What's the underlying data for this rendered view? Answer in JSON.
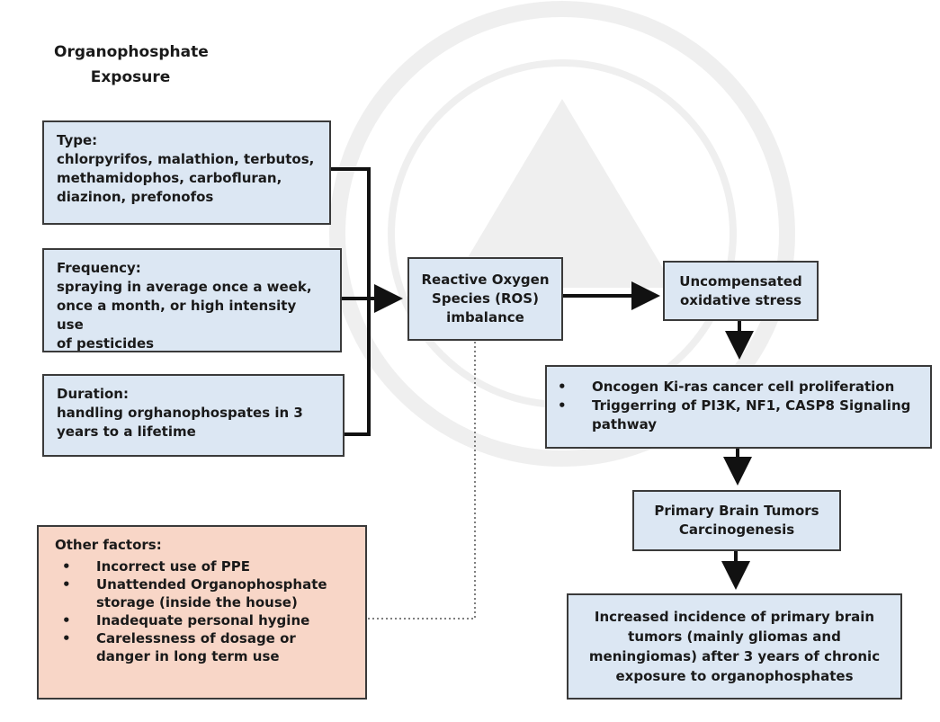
{
  "title": {
    "line1": "Organophosphate",
    "line2": "Exposure"
  },
  "type_box": {
    "heading": "Type:",
    "lines": [
      "chlorpyrifos, malathion, terbutos,",
      "methamidophos, carbofluran,",
      "diazinon, prefonofos"
    ]
  },
  "frequency_box": {
    "heading": "Frequency:",
    "lines": [
      "spraying in average once a week,",
      "once a month, or high intensity use",
      "of pesticides"
    ]
  },
  "duration_box": {
    "heading": "Duration:",
    "lines": [
      "handling orghanophospates in 3",
      "years to a lifetime"
    ]
  },
  "ros_box": {
    "lines": [
      "Reactive Oxygen",
      "Species (ROS)",
      "imbalance"
    ]
  },
  "stress_box": {
    "lines": [
      "Uncompensated",
      "oxidative stress"
    ]
  },
  "signaling_box": {
    "items": [
      "Oncogen Ki-ras cancer cell proliferation",
      "Triggerring of PI3K, NF1, CASP8 Signaling pathway"
    ]
  },
  "tumor_box": {
    "lines": [
      "Primary Brain Tumors",
      "Carcinogenesis"
    ]
  },
  "incidence_box": {
    "lines": [
      "Increased incidence of primary brain",
      "tumors (mainly gliomas and",
      "meningiomas) after 3 years of chronic",
      "exposure to organophosphates"
    ]
  },
  "other_factors": {
    "heading": "Other factors:",
    "items": [
      "Incorrect use of PPE",
      "Unattended Organophosphate storage (inside the house)",
      "Inadequate personal hygine",
      "Carelessness of dosage or danger in long term use"
    ]
  },
  "colors": {
    "box_fill": "#dce7f3",
    "pink_fill": "#f8d6c7",
    "line": "#111111"
  }
}
